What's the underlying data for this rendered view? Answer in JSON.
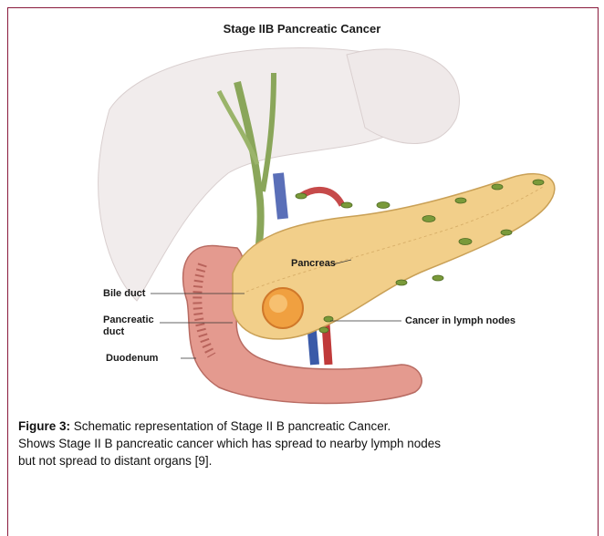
{
  "figure": {
    "title": "Stage IIB Pancreatic Cancer",
    "labels": {
      "pancreas": "Pancreas",
      "bile_duct": "Bile duct",
      "pancreatic_duct_line1": "Pancreatic",
      "pancreatic_duct_line2": "duct",
      "duodenum": "Duodenum",
      "cancer_in_lymph_nodes": "Cancer in lymph nodes"
    }
  },
  "caption": {
    "figure_label": "Figure 3:",
    "line1": " Schematic representation of Stage II B pancreatic Cancer.",
    "line2": "Shows Stage II B pancreatic cancer which has spread to nearby lymph nodes",
    "line3": "but not spread to distant organs [9]."
  },
  "colors": {
    "frame_border": "#8a1a3c",
    "pancreas": "#f2cf8a",
    "duodenum": "#e49a8f",
    "lymph_node": "#7a9a3a",
    "tumor": "#f0a040"
  }
}
